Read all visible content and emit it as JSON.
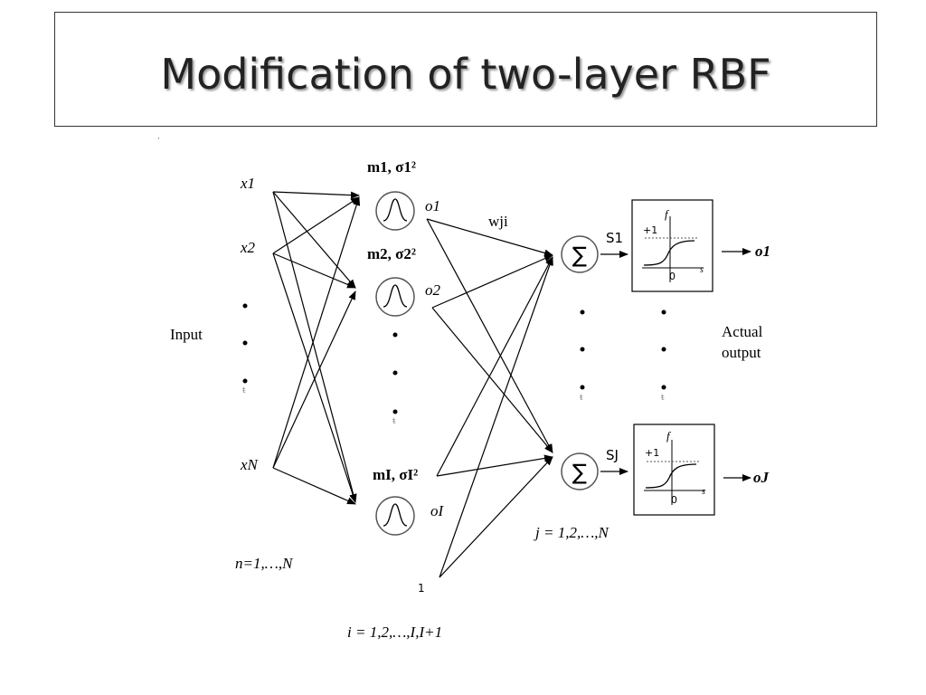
{
  "slide": {
    "title": "Modification of two-layer RBF"
  },
  "diagram": {
    "inputs": [
      "x1",
      "x2",
      "xN"
    ],
    "input_label": "Input",
    "input_index": "n=1,…,N",
    "hidden_params": [
      "m1, σ1²",
      "m2, σ2²",
      "mI, σI²"
    ],
    "hidden_outputs": [
      "o1",
      "o2",
      "oI"
    ],
    "weight_label": "wji",
    "bias_input": "1",
    "hidden_index": "i = 1,2,…,I,I+1",
    "sums": [
      "S1",
      "SJ"
    ],
    "sum_symbol": "∑",
    "activation": {
      "f": "f",
      "plus_one": "+1",
      "zero": "0",
      "s": "s"
    },
    "outputs": [
      "o1",
      "oJ"
    ],
    "output_label_line1": "Actual",
    "output_label_line2": "output",
    "output_index": "j = 1,2,…,N"
  }
}
